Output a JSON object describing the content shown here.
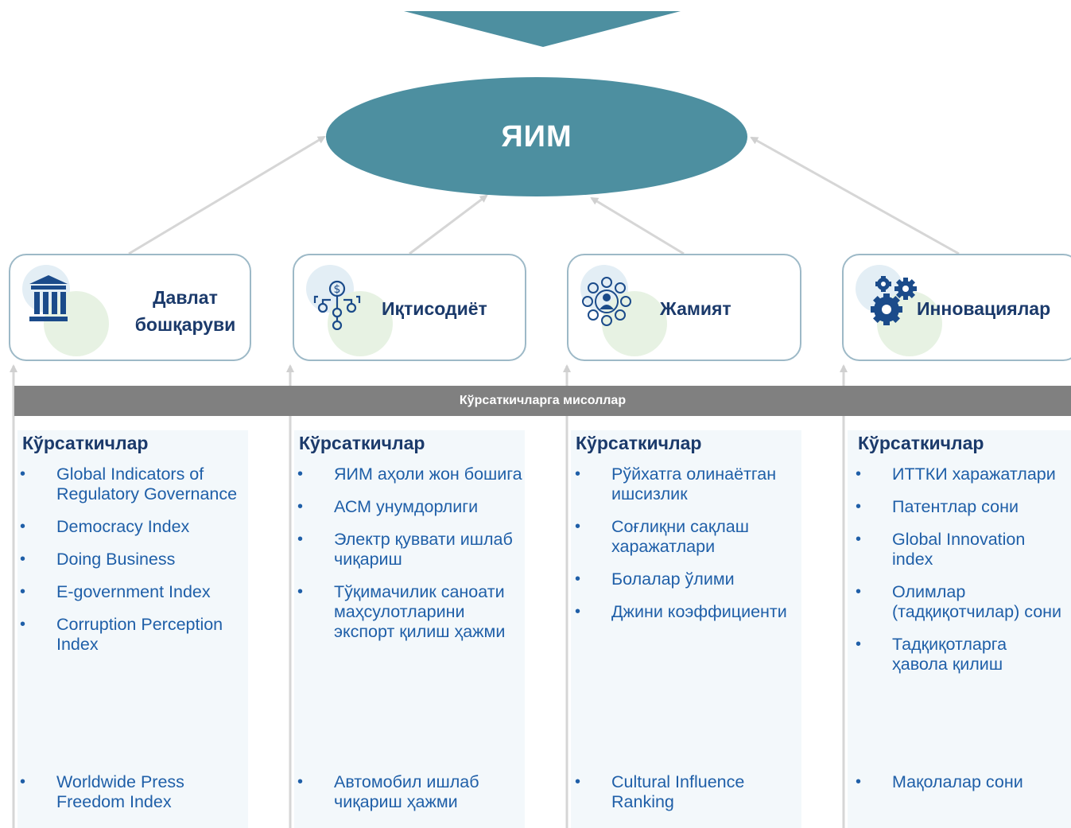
{
  "root": {
    "label": "ЯИМ"
  },
  "categories": [
    {
      "line1": "Давлат",
      "line2": "бошқаруви",
      "icon": "government-building-icon"
    },
    {
      "line1": "Иқтисодиёт",
      "icon": "money-network-icon"
    },
    {
      "line1": "Жамият",
      "icon": "people-network-icon"
    },
    {
      "line1": "Инновациялар",
      "icon": "gears-icon"
    }
  ],
  "band": {
    "label": "Кўрсаткичларга мисоллар"
  },
  "columns": [
    {
      "heading": "Кўрсаткичлар",
      "items": [
        "Global Indicators of Regulatory Governance",
        "Democracy Index",
        "Doing Business",
        "E-government Index",
        "Corruption Perception Index"
      ],
      "tail": "Worldwide Press Freedom Index"
    },
    {
      "heading": "Кўрсаткичлар",
      "items": [
        "ЯИМ аҳоли жон бошига",
        "АСМ унумдорлиги",
        "Электр қуввати ишлаб чиқариш",
        "Тўқимачилик саноати маҳсулотларини экспорт қилиш ҳажми"
      ],
      "tail": "Автомобил ишлаб чиқариш ҳажми"
    },
    {
      "heading": "Кўрсаткичлар",
      "items": [
        "Рўйхатга олинаётган ишсизлик",
        "Соғлиқни сақлаш харажатлари",
        "Болалар ўлими",
        "Джини коэффициенти"
      ],
      "tail": "Cultural Influence Ranking"
    },
    {
      "heading": "Кўрсаткичлар",
      "items": [
        "ИТТКИ харажатлари",
        "Патентлар сони",
        "Global Innovation index",
        "Олимлар (тадқиқотчилар) сони",
        "Тадқиқотларга ҳавола қилиш"
      ],
      "tail": "Мақолалар сони"
    }
  ],
  "colors": {
    "teal": "#4d8fa0",
    "navy": "#1b3a6b",
    "blue": "#1f5fa8",
    "band": "#808080",
    "border": "#9db9c7"
  }
}
